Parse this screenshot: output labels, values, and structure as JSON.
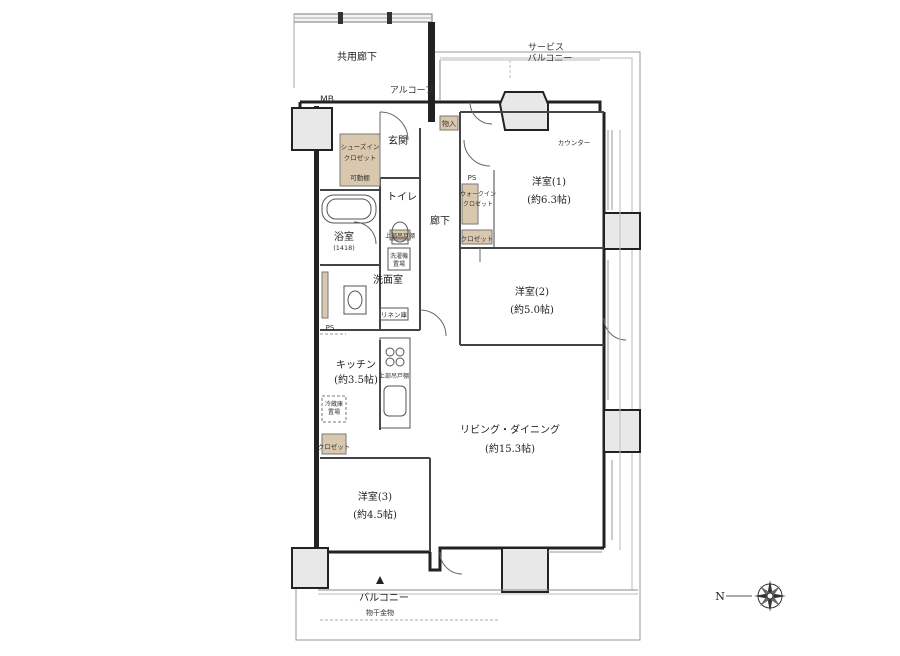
{
  "rooms": {
    "common_corridor": "共用廊下",
    "service_balcony_1": "サービス",
    "service_balcony_2": "バルコニー",
    "alcove": "アルコーブ",
    "mb": "MB",
    "entrance": "玄関",
    "storage_mono": "物入",
    "shoe_closet_1": "シューズイン",
    "shoe_closet_2": "クロゼット",
    "movable_shelf": "可動棚",
    "counter": "カウンター",
    "western1_name": "洋室(1)",
    "western1_size": "(約6.3帖)",
    "ps": "PS",
    "walkin_1": "ウォークイン",
    "walkin_2": "クロゼット",
    "closet": "クロゼット",
    "toilet": "トイレ",
    "upper_cabinet": "上部吊戸棚",
    "hallway": "廊下",
    "bath": "浴室",
    "bath_size": "(1418)",
    "washer_1": "洗濯機",
    "washer_2": "置場",
    "washroom": "洗面室",
    "linen": "リネン庫",
    "western2_name": "洋室(2)",
    "western2_size": "(約5.0帖)",
    "kitchen_name": "キッチン",
    "kitchen_size": "(約3.5帖)",
    "upper_cupboard": "上部吊戸棚",
    "fridge_1": "冷蔵庫",
    "fridge_2": "置場",
    "ldk_name": "リビング・ダイニング",
    "ldk_size": "(約15.3帖)",
    "western3_name": "洋室(3)",
    "western3_size": "(約4.5帖)",
    "balcony": "バルコニー",
    "laundry_rail": "物干金物",
    "north": "N"
  }
}
